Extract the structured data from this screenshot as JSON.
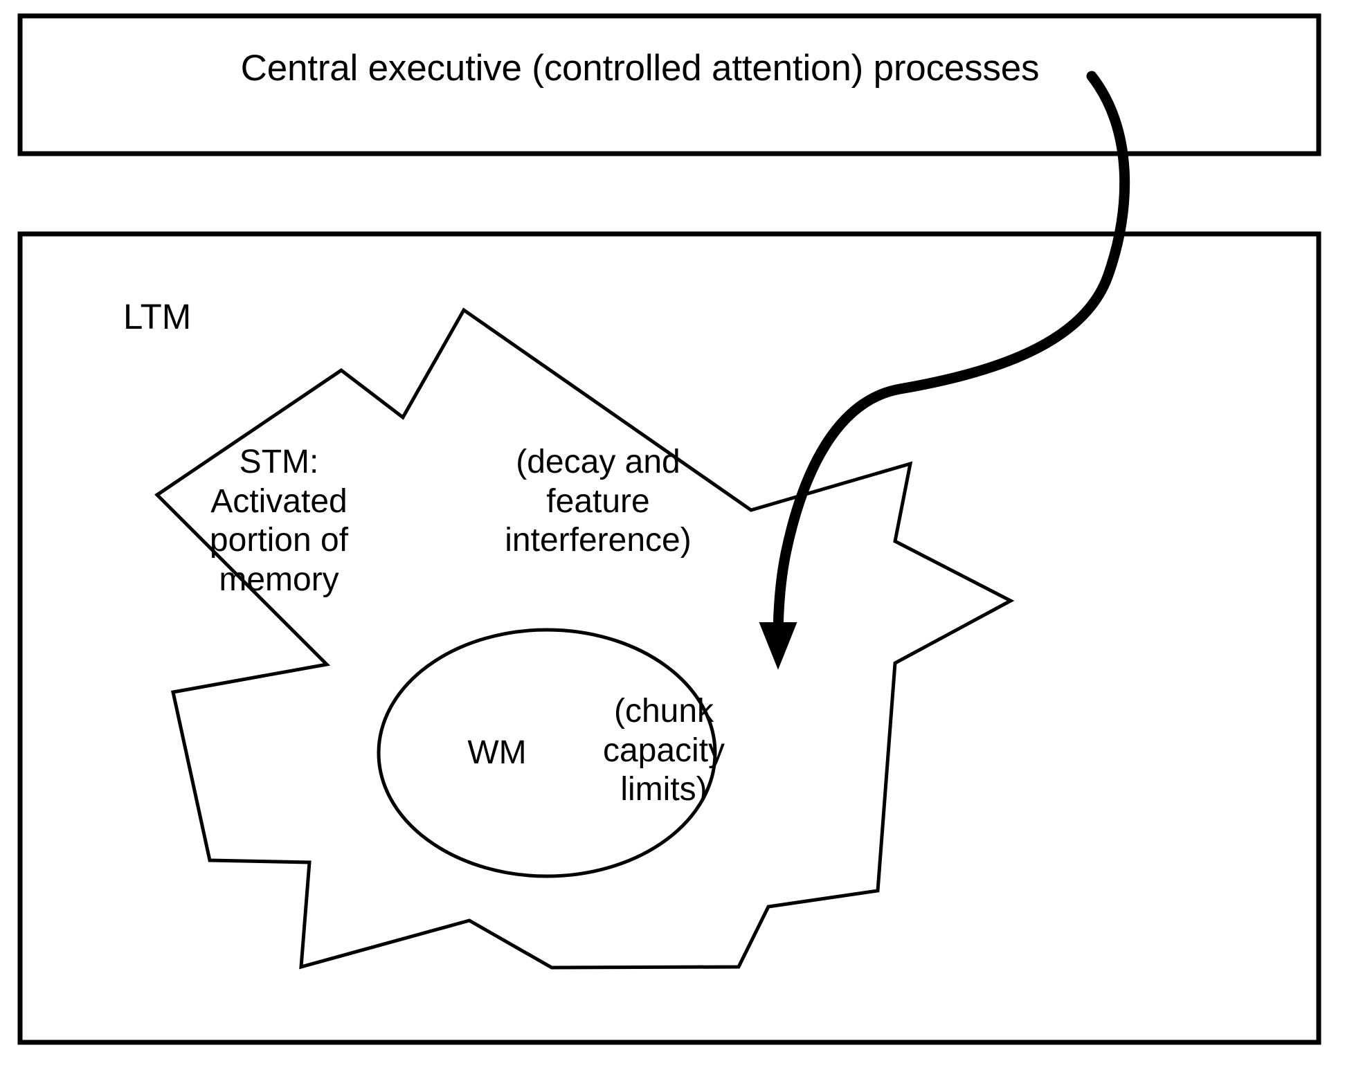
{
  "diagram": {
    "title_box": {
      "label": "Central executive (controlled attention) processes",
      "name": "central-executive-box"
    },
    "ltm_box": {
      "label": "LTM",
      "name": "ltm-box"
    },
    "stm_burst": {
      "label": "STM:\nActivated\nportion of\nmemory",
      "secondary_label": "(decay and\nfeature\ninterference)"
    },
    "wm_ellipse": {
      "label": "WM",
      "secondary_label": "(chunk\ncapacity\nlimits)"
    },
    "arrow": {
      "name": "central-executive-to-wm-arrow",
      "description": "curved arrow"
    },
    "colors": {
      "stroke": "#000000",
      "background": "#ffffff",
      "text": "#000000"
    }
  }
}
